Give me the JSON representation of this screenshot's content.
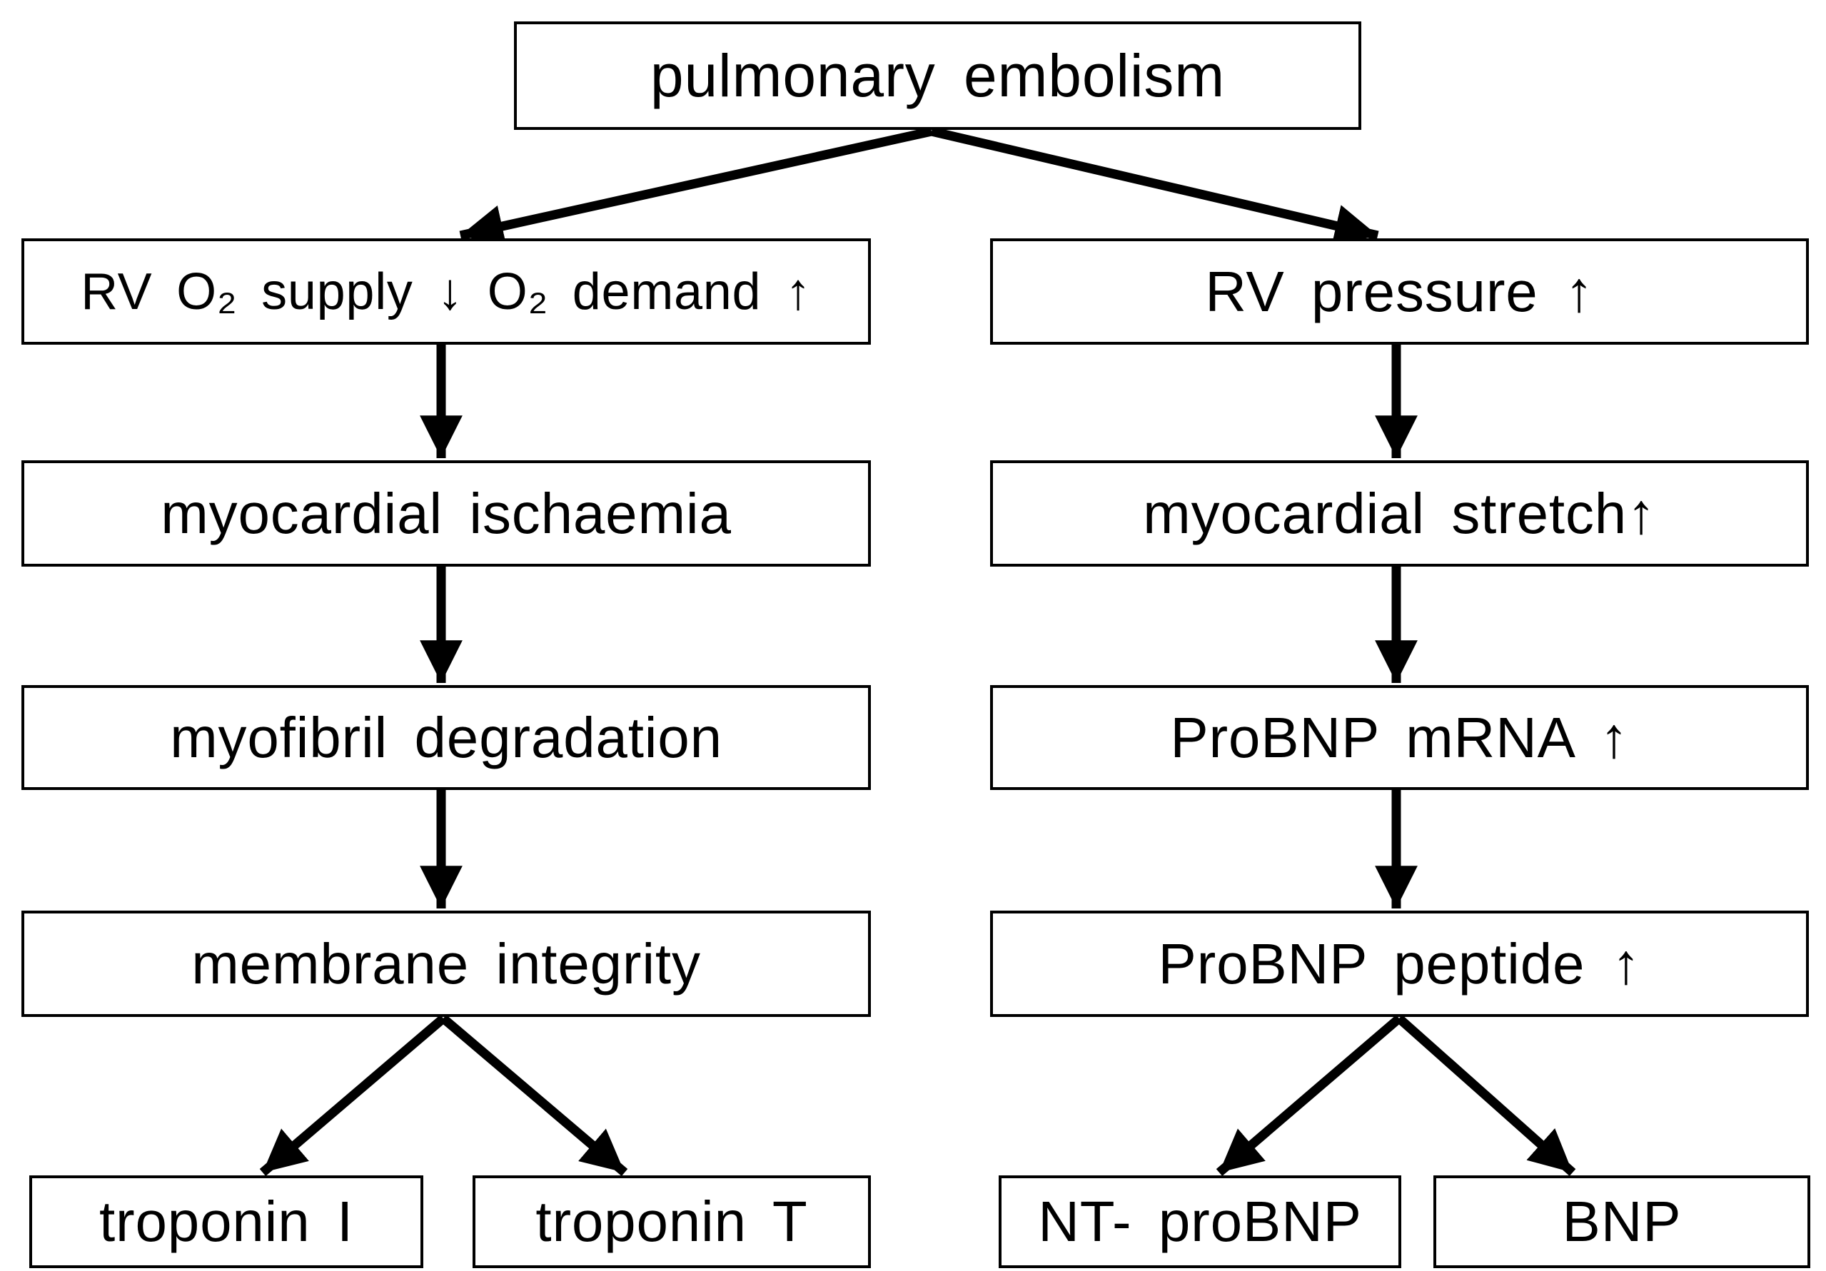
{
  "diagram": {
    "background": "#ffffff",
    "line_color": "#000000",
    "box_fill": "#ffffff",
    "text_color": "#000000",
    "nodes": {
      "root": "pulmonary embolism",
      "left_chain": [
        "RV O₂ supply ↓ O₂ demand ↑",
        "myocardial ischaemia",
        "myofibril degradation",
        "membrane integrity"
      ],
      "left_leaves": [
        "troponin I",
        "troponin T"
      ],
      "right_chain": [
        "RV pressure ↑",
        "myocardial stretch↑",
        "ProBNP mRNA ↑",
        "ProBNP peptide ↑"
      ],
      "right_leaves": [
        "NT- proBNP",
        "BNP"
      ]
    }
  }
}
